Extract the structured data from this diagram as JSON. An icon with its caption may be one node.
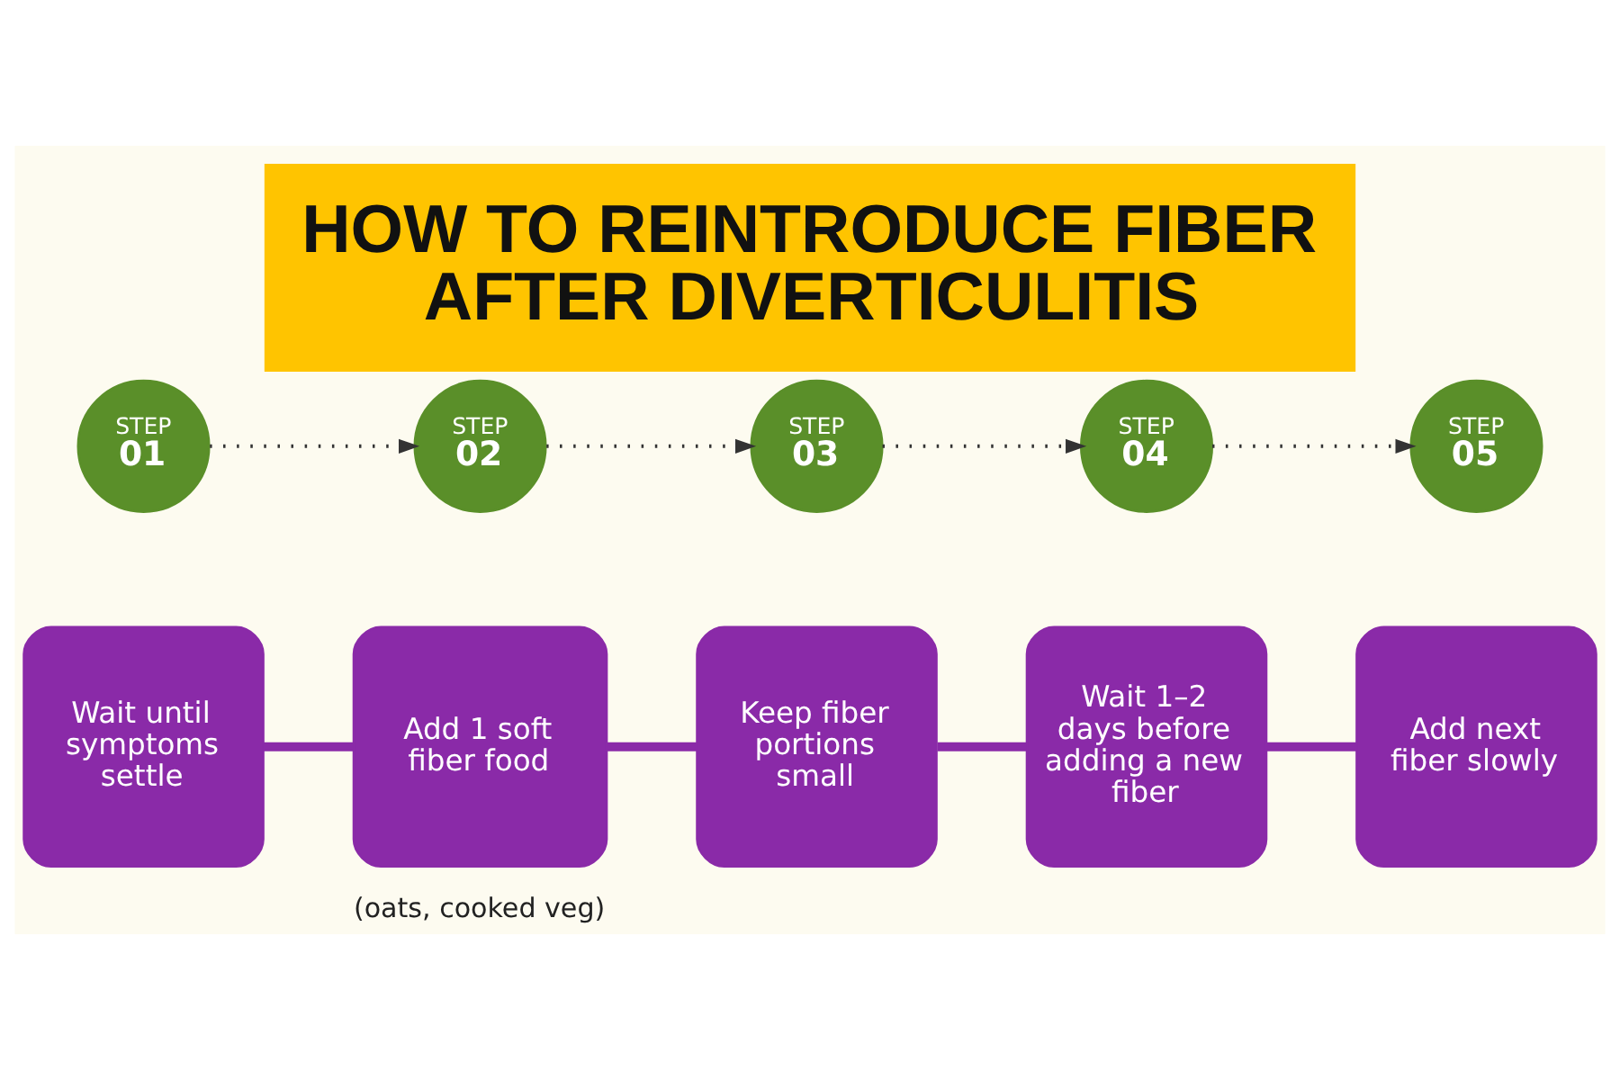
{
  "diagram": {
    "title": "HOW TO REINTRODUCE FIBER AFTER DIVERTICULITIS",
    "nodes": [
      {
        "text": [
          "STEP",
          "01"
        ]
      },
      {
        "text": [
          "STEP",
          "02"
        ]
      },
      {
        "text": [
          "STEP",
          "03"
        ]
      },
      {
        "text": [
          "STEP",
          "04"
        ]
      },
      {
        "text": [
          "STEP",
          "05"
        ]
      },
      {
        "text": [
          "Wait until symptoms settle"
        ]
      },
      {
        "text": [
          "Add 1 soft fiber food"
        ],
        "beside": [
          "(oats, cooked veg)"
        ]
      },
      {
        "text": [
          "Keep fiber portions small"
        ]
      },
      {
        "text": [
          "Wait 1–2 days before adding a new fiber"
        ]
      },
      {
        "text": [
          "Add next fiber slowly"
        ]
      }
    ],
    "edges": [
      {
        "from": 0,
        "to": 1,
        "arrow": "to",
        "style": "dashed",
        "color": "#333333"
      },
      {
        "from": 1,
        "to": 2,
        "arrow": "to",
        "style": "dashed",
        "color": "#333333"
      },
      {
        "from": 2,
        "to": 3,
        "arrow": "to",
        "style": "dashed",
        "color": "#333333"
      },
      {
        "from": 3,
        "to": 4,
        "arrow": "to",
        "style": "dashed",
        "color": "#333333"
      },
      {
        "from": 5,
        "to": 6,
        "arrow": "none",
        "style": "thick",
        "color": "#8a2aa8"
      },
      {
        "from": 6,
        "to": 7,
        "arrow": "none",
        "style": "thick",
        "color": "#8a2aa8"
      },
      {
        "from": 7,
        "to": 8,
        "arrow": "none",
        "style": "thick",
        "color": "#8a2aa8"
      },
      {
        "from": 8,
        "to": 9,
        "arrow": "none",
        "style": "thick",
        "color": "#8a2aa8"
      }
    ]
  }
}
